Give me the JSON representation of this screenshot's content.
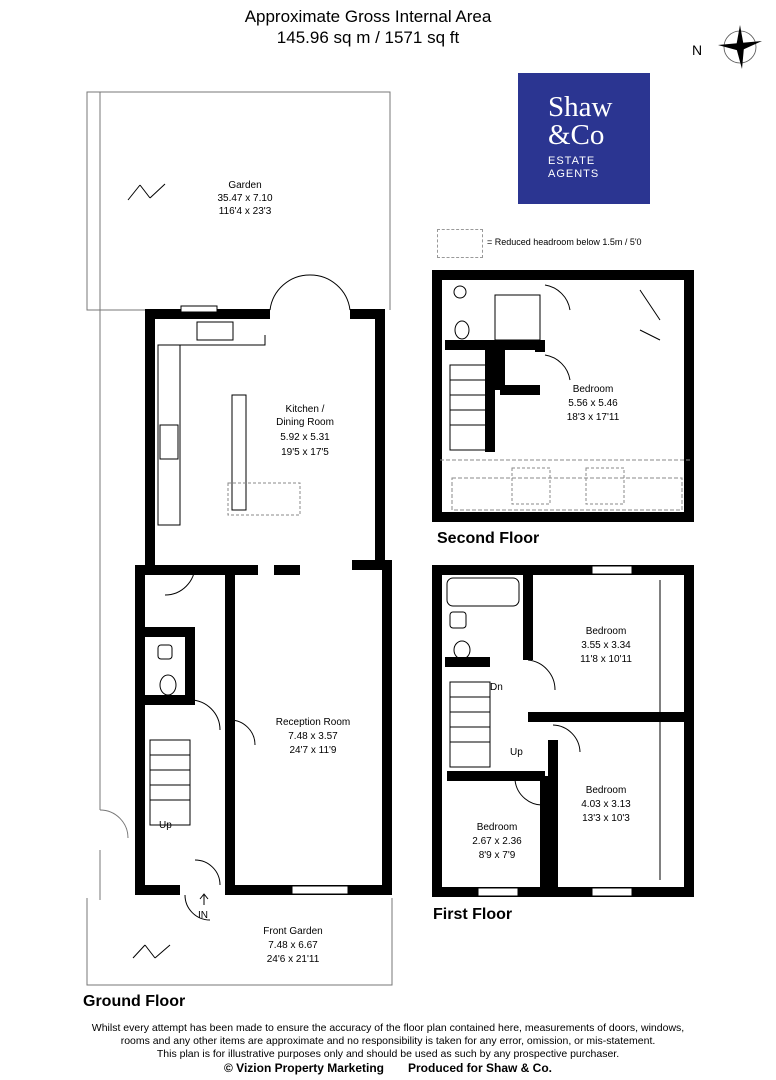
{
  "header": {
    "line1": "Approximate Gross Internal Area",
    "line2": "145.96 sq m / 1571 sq ft"
  },
  "logo": {
    "line1": "Shaw",
    "line2": "&Co",
    "line3": "ESTATE",
    "line4": "AGENTS",
    "color": "#2b3591"
  },
  "compass": {
    "label": "N",
    "icon": "compass-rose-icon"
  },
  "legend": {
    "text": "= Reduced headroom below 1.5m / 5'0"
  },
  "floors": {
    "ground": "Ground Floor",
    "first": "First Floor",
    "second": "Second Floor"
  },
  "rooms": {
    "garden": {
      "name": "Garden",
      "m": "35.47 x 7.10",
      "ft": "116'4 x 23'3"
    },
    "kitchen": {
      "name1": "Kitchen /",
      "name2": "Dining Room",
      "m": "5.92 x 5.31",
      "ft": "19'5 x 17'5"
    },
    "reception": {
      "name": "Reception Room",
      "m": "7.48 x 3.57",
      "ft": "24'7 x 11'9"
    },
    "front_garden": {
      "name": "Front Garden",
      "m": "7.48 x 6.67",
      "ft": "24'6 x 21'11"
    },
    "second_bedroom": {
      "name": "Bedroom",
      "m": "5.56 x 5.46",
      "ft": "18'3 x 17'11"
    },
    "first_bedroom_a": {
      "name": "Bedroom",
      "m": "3.55 x 3.34",
      "ft": "11'8 x 10'11"
    },
    "first_bedroom_b": {
      "name": "Bedroom",
      "m": "4.03 x 3.13",
      "ft": "13'3 x 10'3"
    },
    "first_bedroom_c": {
      "name": "Bedroom",
      "m": "2.67 x 2.36",
      "ft": "8'9 x 7'9"
    }
  },
  "stairs": {
    "up": "Up",
    "dn": "Dn",
    "in": "IN"
  },
  "disclaimer": {
    "line1": "Whilst every attempt has been made to ensure the accuracy of the floor plan contained here, measurements of doors, windows,",
    "line2": "rooms and any other items are approximate and no responsibility is taken for any error, omission, or mis-statement.",
    "line3": "This plan is for illustrative purposes only and should be used as such by any prospective purchaser.",
    "credit1": "© Vizion Property Marketing",
    "credit2": "Produced for Shaw & Co."
  }
}
